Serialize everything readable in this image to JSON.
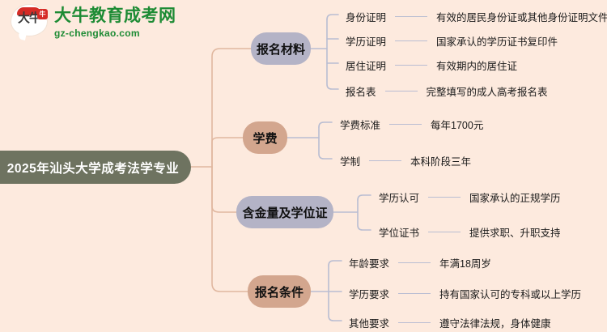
{
  "brand": {
    "logo_mark_text": "大牛",
    "logo_seal": "牛",
    "title": "大牛教育成考网",
    "subtitle": "gz-chengkao.com",
    "icon": "speech-bubble-logo-icon",
    "green": "#1d8b34",
    "red": "#d62b26"
  },
  "colors": {
    "background": "#fdeade",
    "root_node": "#6e7360",
    "lavender_node": "#b4b3c6",
    "tan_node": "#d3a68e",
    "connector_lavender": "#b9bdd2",
    "connector_tan": "#e0b79f"
  },
  "mindmap": {
    "type": "mindmap",
    "root": "2025年汕头大学成考法学专业",
    "branches": [
      {
        "label": "报名材料",
        "style": "lavender",
        "children": [
          {
            "key": "身份证明",
            "value": "有效的居民身份证或其他身份证明文件"
          },
          {
            "key": "学历证明",
            "value": "国家承认的学历证书复印件"
          },
          {
            "key": "居住证明",
            "value": "有效期内的居住证"
          },
          {
            "key": "报名表",
            "value": "完整填写的成人高考报名表"
          }
        ]
      },
      {
        "label": "学费",
        "style": "tan",
        "children": [
          {
            "key": "学费标准",
            "value": "每年1700元"
          },
          {
            "key": "学制",
            "value": "本科阶段三年"
          }
        ]
      },
      {
        "label": "含金量及学位证",
        "style": "lavender",
        "children": [
          {
            "key": "学历认可",
            "value": "国家承认的正规学历"
          },
          {
            "key": "学位证书",
            "value": "提供求职、升职支持"
          }
        ]
      },
      {
        "label": "报名条件",
        "style": "tan",
        "children": [
          {
            "key": "年龄要求",
            "value": "年满18周岁"
          },
          {
            "key": "学历要求",
            "value": "持有国家认可的专科或以上学历"
          },
          {
            "key": "其他要求",
            "value": "遵守法律法规，身体健康"
          }
        ]
      }
    ]
  }
}
